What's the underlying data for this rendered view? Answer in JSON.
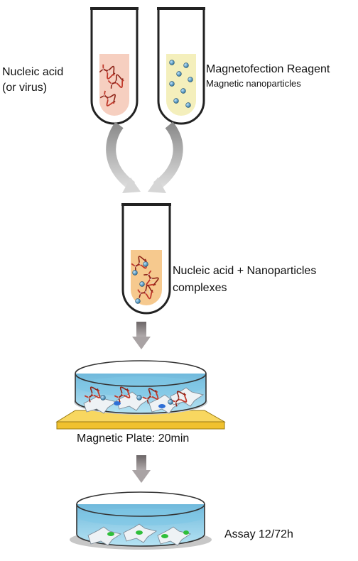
{
  "labels": {
    "nucleic_acid_line1": "Nucleic acid",
    "nucleic_acid_line2": "(or virus)",
    "reagent_title": "Magnetofection Reagent",
    "reagent_subtitle": "Magnetic nanoparticles",
    "complexes_line1": "Nucleic acid + Nanoparticles",
    "complexes_line2": "complexes",
    "magnetic_plate": "Magnetic Plate: 20min",
    "assay": "Assay 12/72h"
  },
  "colors": {
    "tube_outline": "#222222",
    "nucleic_liquid": "#f6cfc0",
    "reagent_liquid": "#f4efbc",
    "complex_liquid": "#f6c98e",
    "dna_strand": "#c0392b",
    "nanoparticle": "#3a8fbf",
    "curved_arrow": "#9a9a9a",
    "down_arrow": "#7a7576",
    "magnetic_plate": "#f6cc3c",
    "dish_medium": "#8fd0ea",
    "cell": "#e9eef2",
    "transfected_nucleus": "#2fbf3a",
    "nucleus": "#2f6fd6"
  }
}
